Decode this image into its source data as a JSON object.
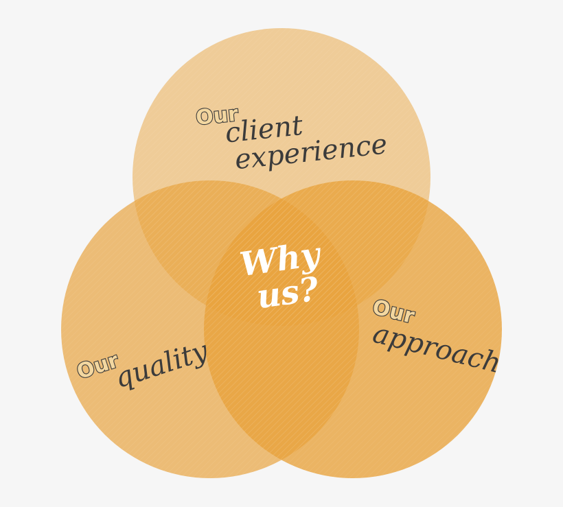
{
  "diagram": {
    "circles": {
      "top": {
        "prefix": "Our",
        "line1": "client",
        "line2": "experience",
        "color": "#e8a13a"
      },
      "left": {
        "prefix": "Our",
        "line1": "quality",
        "color": "#e8a13a"
      },
      "right": {
        "prefix": "Our",
        "line1": "approach",
        "color": "#e8a13a"
      }
    },
    "center": {
      "line1": "Why",
      "line2": "us?",
      "color": "#ffffff"
    },
    "background_color": "#f6f6f6"
  }
}
